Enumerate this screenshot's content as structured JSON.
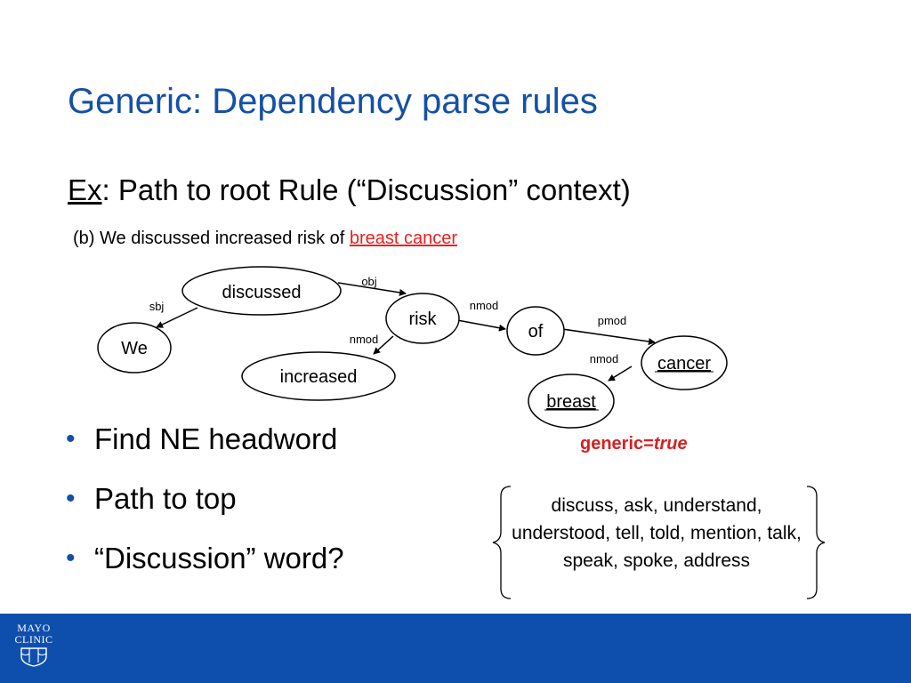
{
  "slide": {
    "title": "Generic: Dependency parse rules",
    "example": {
      "ex": "Ex",
      "rest": ": Path to root Rule (“Discussion” context)"
    },
    "sentence": {
      "prefix": "(b) We discussed increased risk of ",
      "highlight": "breast cancer"
    }
  },
  "parse_tree": {
    "nodes": {
      "discussed": "discussed",
      "we": "We",
      "risk": "risk",
      "increased": "increased",
      "of": "of",
      "cancer": "cancer",
      "breast": "breast"
    },
    "edges": {
      "obj": "obj",
      "sbj": "sbj",
      "nmod_risk_of": "nmod",
      "nmod_risk_increased": "nmod",
      "pmod": "pmod",
      "nmod_cancer_breast": "nmod"
    }
  },
  "bullets": [
    "Find NE headword",
    "Path to top",
    "“Discussion” word?"
  ],
  "generic_result": {
    "label": "generic=",
    "value": "true"
  },
  "discussion_words": "discuss, ask, understand, understood, tell, told, mention, talk, speak, spoke, address",
  "footer": {
    "logo_line1": "MAYO",
    "logo_line2": "CLINIC"
  },
  "colors": {
    "title": "#1550a6",
    "highlight": "#e8201f",
    "footer": "#0e4fae"
  }
}
